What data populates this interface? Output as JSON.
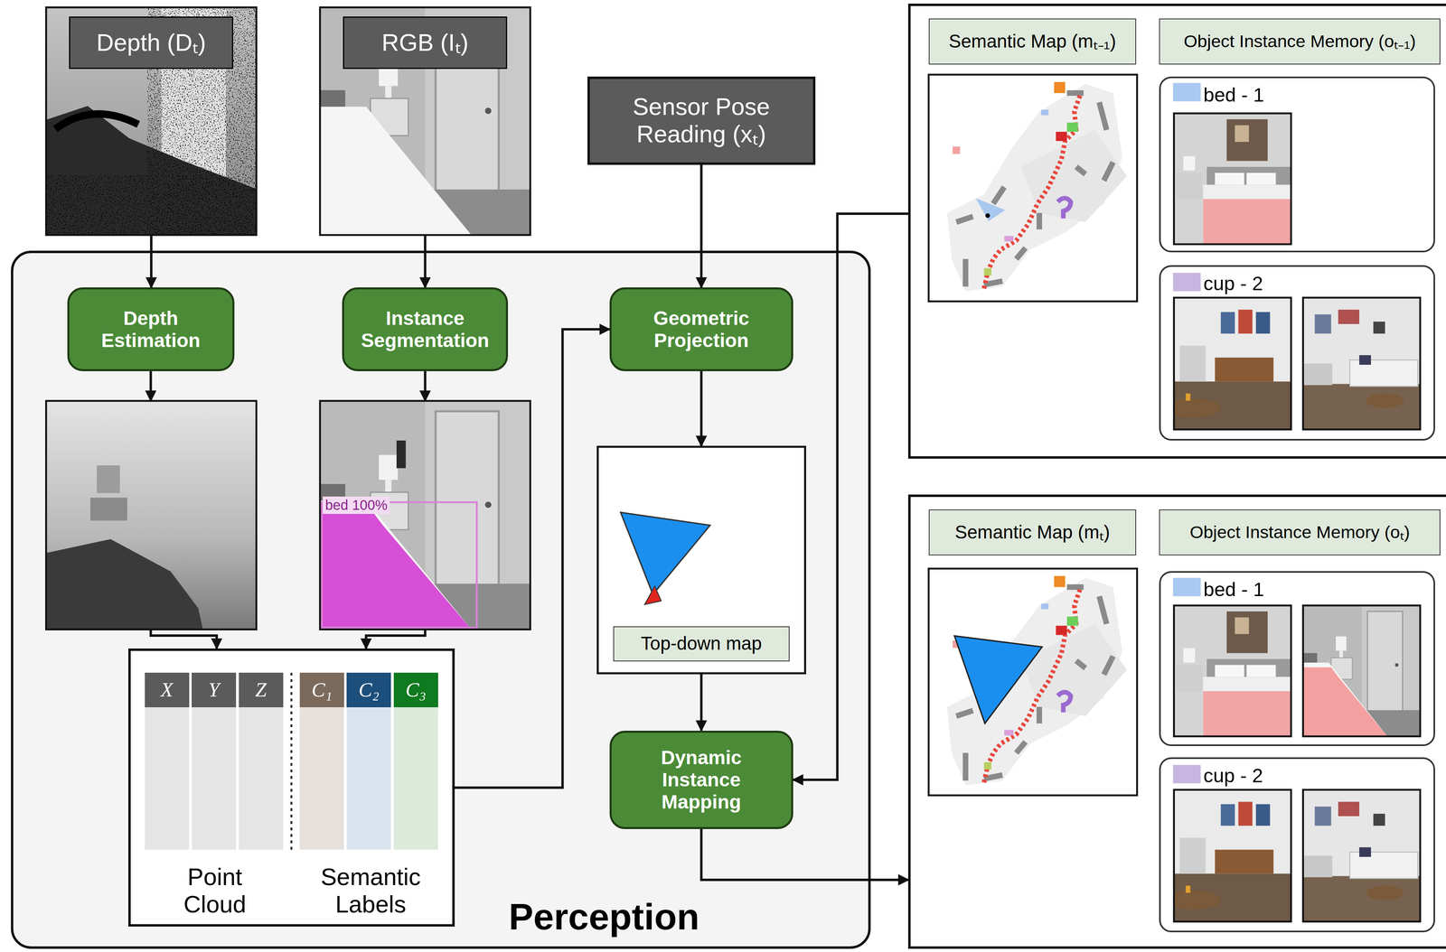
{
  "diagram": {
    "nodes": [
      {
        "text": [
          "Depth (Dₜ)"
        ]
      },
      {
        "text": [
          "RGB (Iₜ)"
        ]
      },
      {
        "text": [
          "Sensor Pose Reading (xₜ)"
        ]
      },
      {
        "text": [
          "Perception"
        ]
      },
      {
        "text": [
          "Depth Estimation"
        ],
        "in": 3
      },
      {
        "text": [
          "Instance Segmentation"
        ],
        "in": 3
      },
      {
        "text": [
          "Geometric Projection"
        ],
        "in": 3
      },
      {
        "text": [
          "Top-down map"
        ],
        "in": 3
      },
      {
        "text": [
          "X",
          "Y",
          "Z",
          "C₁",
          "C₂",
          "C₃",
          "Point Cloud",
          "Semantic Labels"
        ],
        "in": 3
      },
      {
        "text": [
          "Dynamic Instance Mapping"
        ],
        "in": 3
      },
      {
        "text": [
          "Semantic Map (mₜ₋₁)",
          "Object Instance Memory (oₜ₋₁)"
        ]
      },
      {
        "text": [
          "bed - 1"
        ],
        "in": 10
      },
      {
        "text": [
          "cup - 2"
        ],
        "in": 10
      },
      {
        "text": [
          "Semantic Map (mₜ)",
          "Object Instance Memory (oₜ)"
        ]
      },
      {
        "text": [
          "bed - 1"
        ],
        "in": 13
      },
      {
        "text": [
          "cup - 2"
        ],
        "in": 13
      }
    ],
    "edges": [
      {
        "from": 0,
        "to": 4,
        "arrow": "to"
      },
      {
        "from": 1,
        "to": 5,
        "arrow": "to"
      },
      {
        "from": 2,
        "to": 6,
        "arrow": "to"
      },
      {
        "from": 4,
        "to": 8,
        "arrow": "to"
      },
      {
        "from": 5,
        "to": 8,
        "arrow": "to"
      },
      {
        "from": 8,
        "to": 6,
        "arrow": "to"
      },
      {
        "from": 6,
        "to": 7,
        "arrow": "to"
      },
      {
        "from": 7,
        "to": 9,
        "arrow": "to"
      },
      {
        "from": 10,
        "to": 9,
        "arrow": "to"
      },
      {
        "from": 9,
        "to": 13,
        "arrow": "to"
      }
    ],
    "labels": [
      "bed 100%"
    ]
  }
}
